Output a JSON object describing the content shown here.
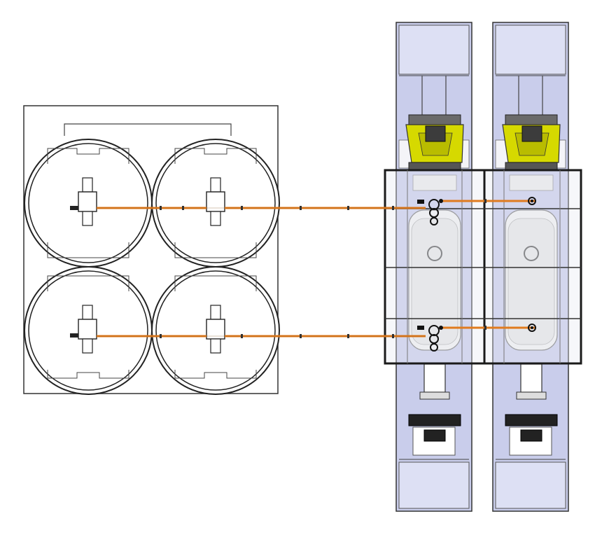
{
  "diagram": {
    "view": "top",
    "storage_tanks": [
      {
        "id": "tank-top-left"
      },
      {
        "id": "tank-top-right"
      },
      {
        "id": "tank-bottom-left"
      },
      {
        "id": "tank-bottom-right"
      }
    ],
    "transfer_lines": [
      {
        "id": "line-upper"
      },
      {
        "id": "line-lower"
      }
    ],
    "trucks": [
      {
        "id": "truck-left",
        "cab_color": "#d6d900"
      },
      {
        "id": "truck-right",
        "cab_color": "#d6d900"
      }
    ],
    "loading_bays": 2,
    "colors": {
      "pipe": "#e07b1e",
      "lane": "#c9cdeb",
      "lane_stripe": "#d8dcf2",
      "frame": "#222222",
      "cab": "#d6d900"
    }
  }
}
